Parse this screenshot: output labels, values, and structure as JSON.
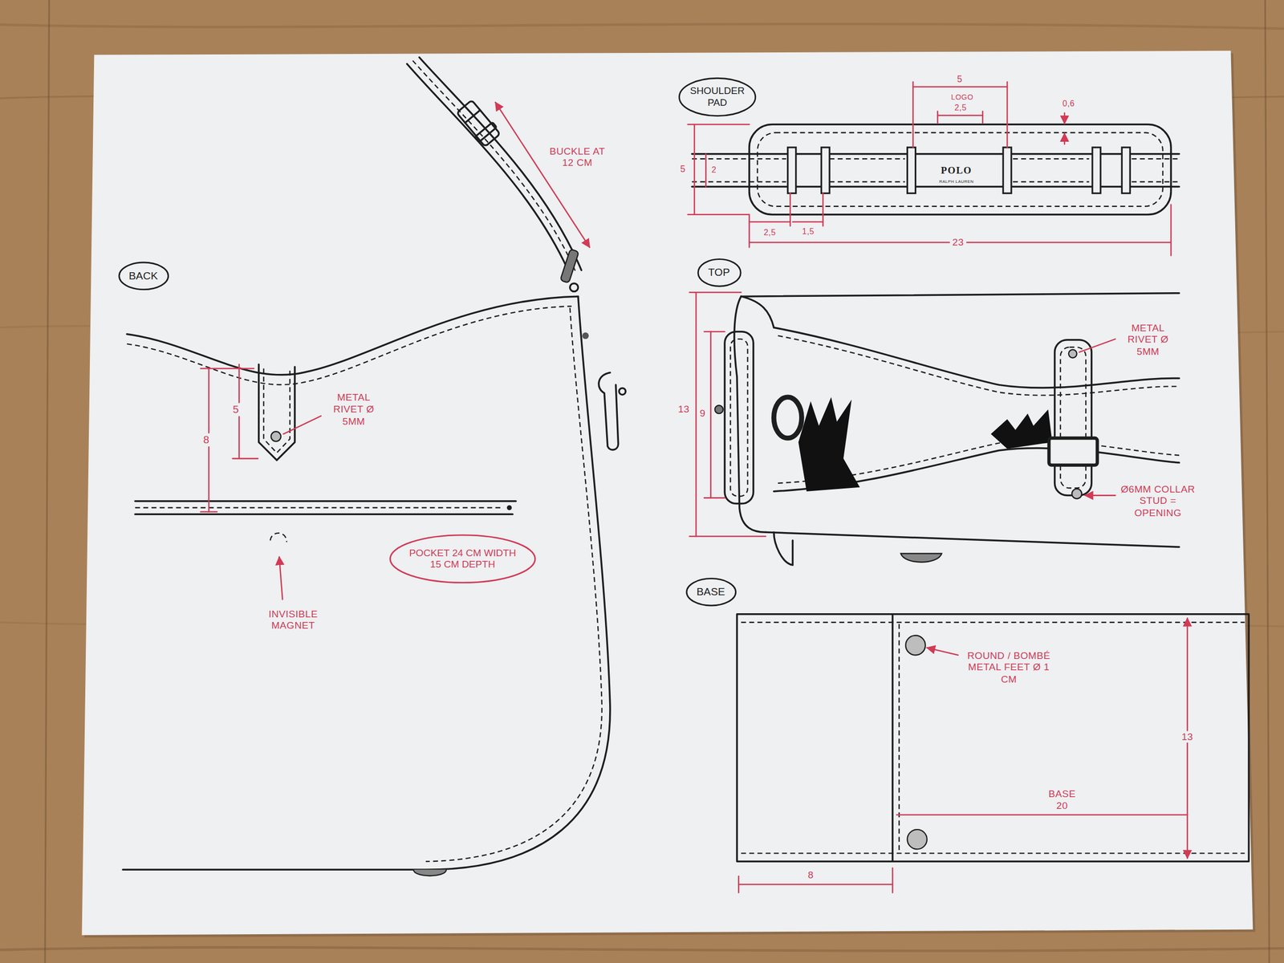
{
  "diagram": {
    "nodes": [
      {
        "text": [
          "BACK"
        ]
      },
      {
        "text": [
          "POCKET 24 CM WIDTH 15 CM DEPTH"
        ]
      },
      {
        "text": [
          "SHOULDER PAD"
        ]
      },
      {
        "text": [
          "TOP"
        ]
      },
      {
        "text": [
          "BASE"
        ]
      }
    ],
    "labels": [
      "BUCKLE AT 12 CM",
      "5",
      "8",
      "METAL RIVET Ø 5MM",
      "INVISIBLE MAGNET",
      "5",
      "LOGO",
      "2,5",
      "0,6",
      "5",
      "2",
      "POLO",
      "RALPH LAUREN",
      "2,5",
      "1,5",
      "23",
      "13",
      "9",
      "METAL RIVET Ø 5MM",
      "Ø6MM COLLAR STUD = OPENING",
      "ROUND / BOMBÉ METAL FEET Ø 1 CM",
      "13",
      "BASE 20",
      "8"
    ]
  }
}
